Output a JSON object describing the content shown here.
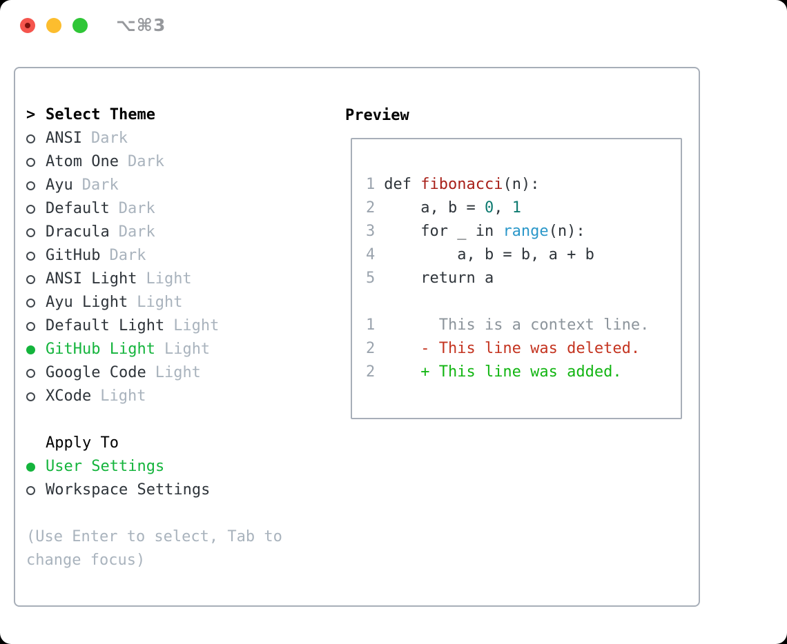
{
  "titlebar": {
    "shortcut_label": "⌥⌘3",
    "traffic_light_colors": {
      "close": "#f5554d",
      "minimize": "#fcbd2e",
      "zoom": "#2fc637"
    }
  },
  "theme_picker": {
    "header": {
      "prefix": ">",
      "label": "Select Theme"
    },
    "themes": [
      {
        "name": "ANSI",
        "variant": "Dark",
        "selected": false
      },
      {
        "name": "Atom One",
        "variant": "Dark",
        "selected": false
      },
      {
        "name": "Ayu",
        "variant": "Dark",
        "selected": false
      },
      {
        "name": "Default",
        "variant": "Dark",
        "selected": false
      },
      {
        "name": "Dracula",
        "variant": "Dark",
        "selected": false
      },
      {
        "name": "GitHub",
        "variant": "Dark",
        "selected": false
      },
      {
        "name": "ANSI Light",
        "variant": "Light",
        "selected": false
      },
      {
        "name": "Ayu Light",
        "variant": "Light",
        "selected": false
      },
      {
        "name": "Default Light",
        "variant": "Light",
        "selected": false
      },
      {
        "name": "GitHub Light",
        "variant": "Light",
        "selected": true
      },
      {
        "name": "Google Code",
        "variant": "Light",
        "selected": false
      },
      {
        "name": "XCode",
        "variant": "Light",
        "selected": false
      }
    ],
    "apply_to": {
      "label": "Apply To",
      "options": [
        {
          "name": "User Settings",
          "selected": true
        },
        {
          "name": "Workspace Settings",
          "selected": false
        }
      ]
    },
    "hint": "(Use Enter to select, Tab to change focus)"
  },
  "preview": {
    "title": "Preview",
    "lines": [
      {
        "num": "1",
        "segments": [
          {
            "text": "def ",
            "style": "plain"
          },
          {
            "text": "fibonacci",
            "style": "function"
          },
          {
            "text": "(n):",
            "style": "plain"
          }
        ]
      },
      {
        "num": "2",
        "segments": [
          {
            "text": "    a, b = ",
            "style": "plain"
          },
          {
            "text": "0",
            "style": "number"
          },
          {
            "text": ", ",
            "style": "plain"
          },
          {
            "text": "1",
            "style": "number"
          }
        ]
      },
      {
        "num": "3",
        "segments": [
          {
            "text": "    for _ in ",
            "style": "plain"
          },
          {
            "text": "range",
            "style": "builtin"
          },
          {
            "text": "(n):",
            "style": "plain"
          }
        ]
      },
      {
        "num": "4",
        "segments": [
          {
            "text": "        a, b = b, a + b",
            "style": "plain"
          }
        ]
      },
      {
        "num": "5",
        "segments": [
          {
            "text": "    return a",
            "style": "plain"
          }
        ]
      },
      {
        "num": "",
        "segments": []
      },
      {
        "num": "1",
        "segments": [
          {
            "text": "      This is a context line.",
            "style": "context"
          }
        ]
      },
      {
        "num": "2",
        "segments": [
          {
            "text": "    - This line was deleted.",
            "style": "deleted"
          }
        ]
      },
      {
        "num": "2",
        "segments": [
          {
            "text": "    + This line was added.",
            "style": "added"
          }
        ]
      }
    ]
  },
  "colors": {
    "accent_green": "#14b43c",
    "panel_border": "#a7aeb8",
    "muted_text": "#a9b3bd",
    "main_text": "#2e343a",
    "line_number": "#9aa3ad",
    "function_red": "#a82019",
    "number_teal": "#0d7a70",
    "builtin_blue": "#2a97c9",
    "context_gray": "#8c949b",
    "deleted_red": "#c43420",
    "added_green": "#12b512"
  }
}
